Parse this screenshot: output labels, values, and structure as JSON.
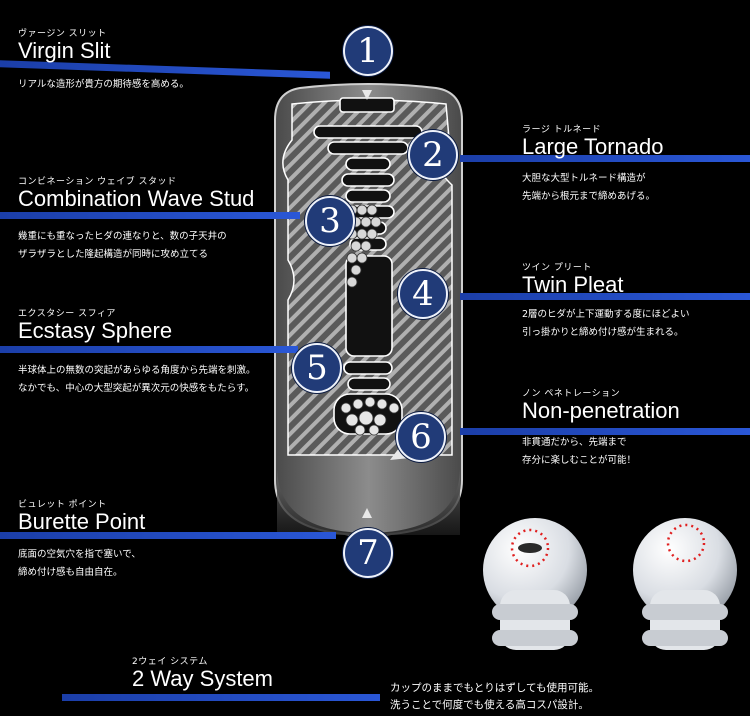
{
  "features": [
    {
      "id": "virgin-slit",
      "number": "1",
      "ruby": "ヴァージン スリット",
      "title": "Virgin Slit",
      "desc": [
        "リアルな造形が貴方の期待感を高める。"
      ]
    },
    {
      "id": "large-tornado",
      "number": "2",
      "ruby": "ラージ トルネード",
      "title": "Large Tornado",
      "desc": [
        "大胆な大型トルネード構造が",
        "先端から根元まで締めあげる。"
      ]
    },
    {
      "id": "combination-wave-stud",
      "number": "3",
      "ruby": "コンビネーション ウェイブ スタッド",
      "title": "Combination Wave Stud",
      "desc": [
        "幾重にも重なったヒダの連なりと、数の子天井の",
        "ザラザラとした隆起構造が同時に攻め立てる"
      ]
    },
    {
      "id": "twin-pleat",
      "number": "4",
      "ruby": "ツイン プリート",
      "title": "Twin Pleat",
      "desc": [
        "2層のヒダが上下運動する度にほどよい",
        "引っ掛かりと締め付け感が生まれる。"
      ]
    },
    {
      "id": "ecstasy-sphere",
      "number": "5",
      "ruby": "エクスタシー スフィア",
      "title": "Ecstasy Sphere",
      "desc": [
        "半球体上の無数の突起があらゆる角度から先端を刺激。",
        "なかでも、中心の大型突起が異次元の快感をもたらす。"
      ]
    },
    {
      "id": "non-penetration",
      "number": "6",
      "ruby": "ノン ペネトレーション",
      "title": "Non-penetration",
      "desc": [
        "非貫通だから、先端まで",
        "存分に楽しむことが可能！"
      ]
    },
    {
      "id": "burette-point",
      "number": "7",
      "ruby": "ビュレット ポイント",
      "title": "Burette Point",
      "desc": [
        "底面の空気穴を指で塞いで、",
        "締め付け感も自由自在。"
      ]
    }
  ],
  "two_way": {
    "ruby": "2ウェイ システム",
    "title": "2 Way System",
    "desc": [
      "カップのままでもとりはずしても使用可能。",
      "洗うことで何度でも使える高コスパ設計。"
    ]
  },
  "colors": {
    "accent": "#2a57d6",
    "badge": "#213b78",
    "sleeve": "#8a8a8a"
  }
}
